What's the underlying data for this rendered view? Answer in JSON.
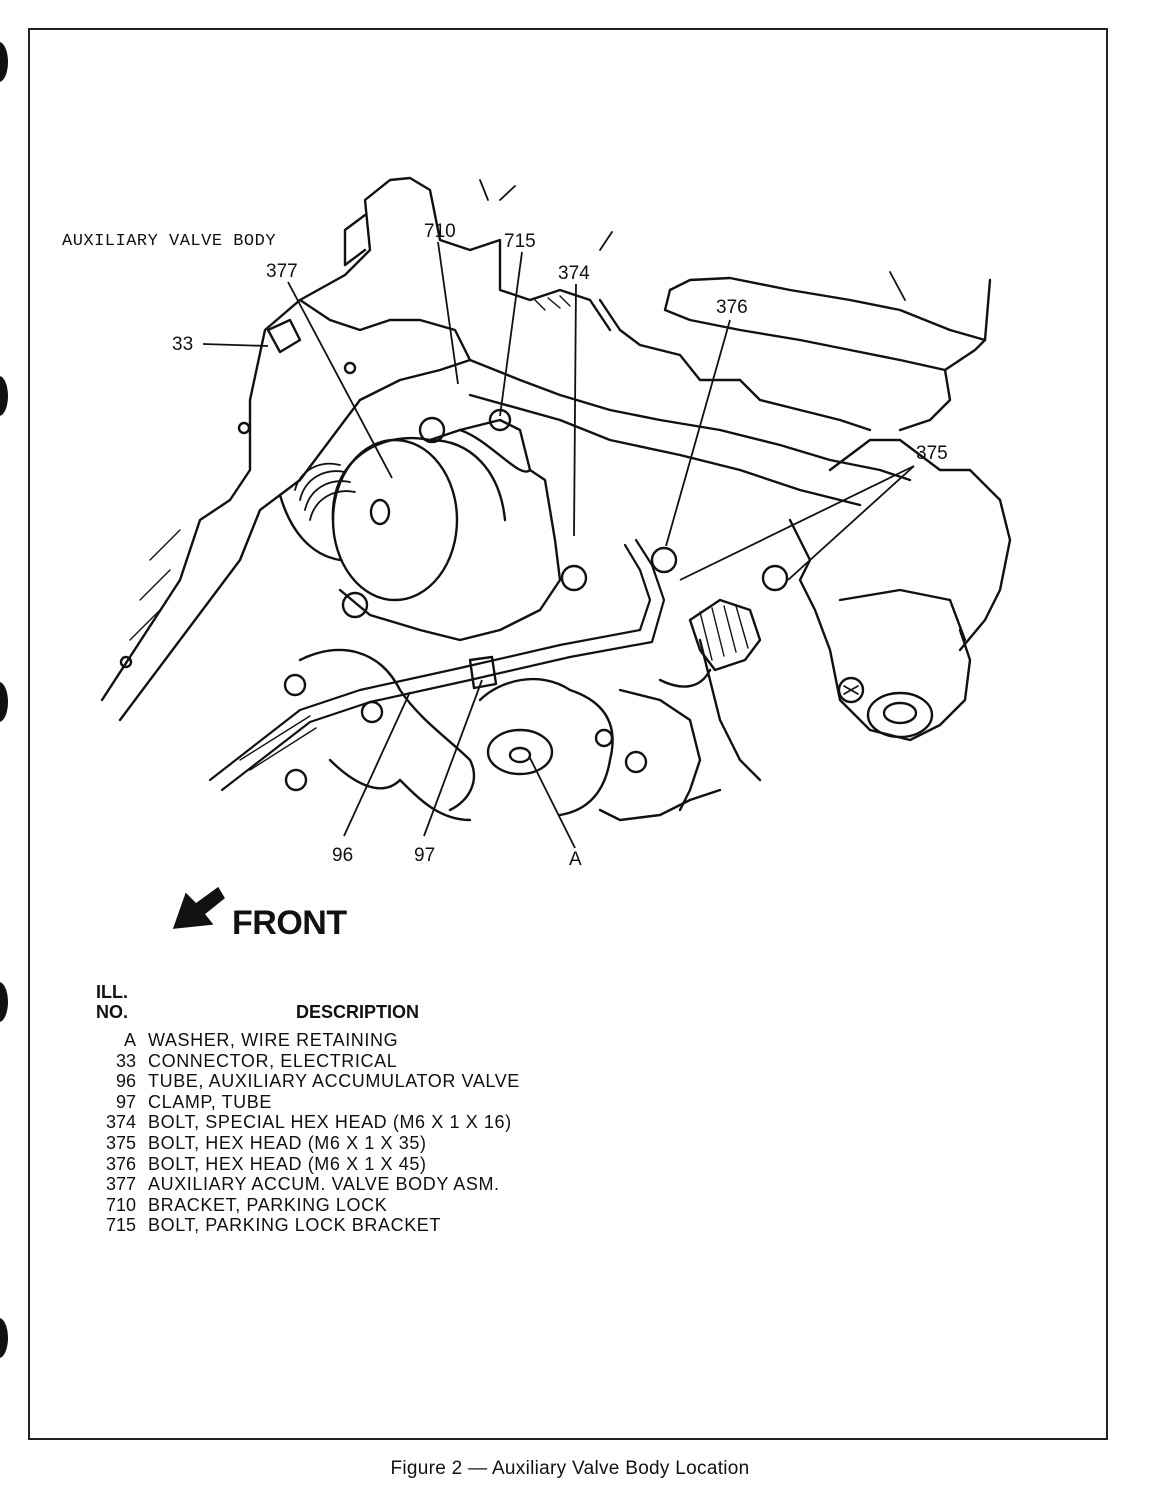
{
  "drawing": {
    "title": "AUXILIARY VALVE BODY",
    "callouts": {
      "c377": "377",
      "c710": "710",
      "c715": "715",
      "c374": "374",
      "c376": "376",
      "c33": "33",
      "c375": "375",
      "c96": "96",
      "c97": "97",
      "cA": "A"
    },
    "front_label": "FRONT"
  },
  "legend": {
    "header_ill": "ILL.",
    "header_no": "NO.",
    "header_description": "DESCRIPTION",
    "items": [
      {
        "no": "A",
        "description": "WASHER, WIRE RETAINING"
      },
      {
        "no": "33",
        "description": "CONNECTOR, ELECTRICAL"
      },
      {
        "no": "96",
        "description": "TUBE, AUXILIARY ACCUMULATOR VALVE"
      },
      {
        "no": "97",
        "description": "CLAMP, TUBE"
      },
      {
        "no": "374",
        "description": "BOLT, SPECIAL HEX HEAD (M6 X 1 X 16)"
      },
      {
        "no": "375",
        "description": "BOLT, HEX HEAD (M6 X 1 X 35)"
      },
      {
        "no": "376",
        "description": "BOLT, HEX HEAD (M6 X 1 X 45)"
      },
      {
        "no": "377",
        "description": "AUXILIARY ACCUM. VALVE BODY ASM."
      },
      {
        "no": "710",
        "description": "BRACKET, PARKING LOCK"
      },
      {
        "no": "715",
        "description": "BOLT, PARKING LOCK BRACKET"
      }
    ]
  },
  "caption": "Figure 2 — Auxiliary Valve Body Location"
}
